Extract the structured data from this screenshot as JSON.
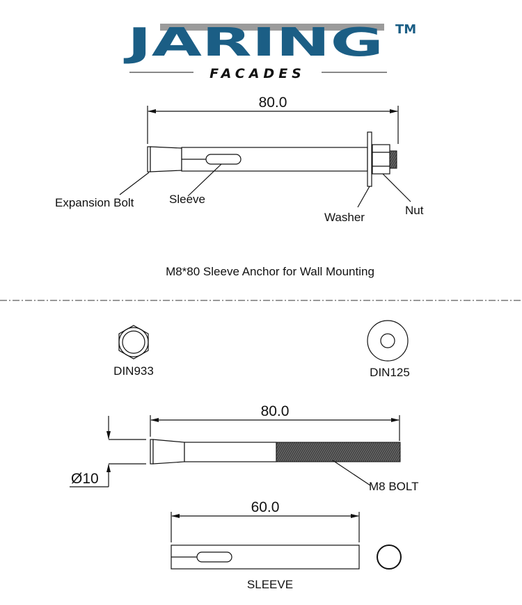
{
  "logo": {
    "brand": "JARING",
    "trademark": "TM",
    "subtitle": "FACADES",
    "colors": {
      "primary": "#1b5e85",
      "secondary": "#9b9b9b"
    }
  },
  "top_drawing": {
    "length_dim": "80.0",
    "labels": {
      "expansion_bolt": "Expansion Bolt",
      "sleeve": "Sleeve",
      "washer": "Washer",
      "nut": "Nut"
    },
    "caption": "M8*80 Sleeve Anchor for Wall Mounting"
  },
  "parts": {
    "nut_label": "DIN933",
    "washer_label": "DIN125",
    "bolt_length_dim": "80.0",
    "bolt_diameter_dim": "Ø10",
    "bolt_label": "M8 BOLT",
    "sleeve_length_dim": "60.0",
    "sleeve_label": "SLEEVE"
  }
}
